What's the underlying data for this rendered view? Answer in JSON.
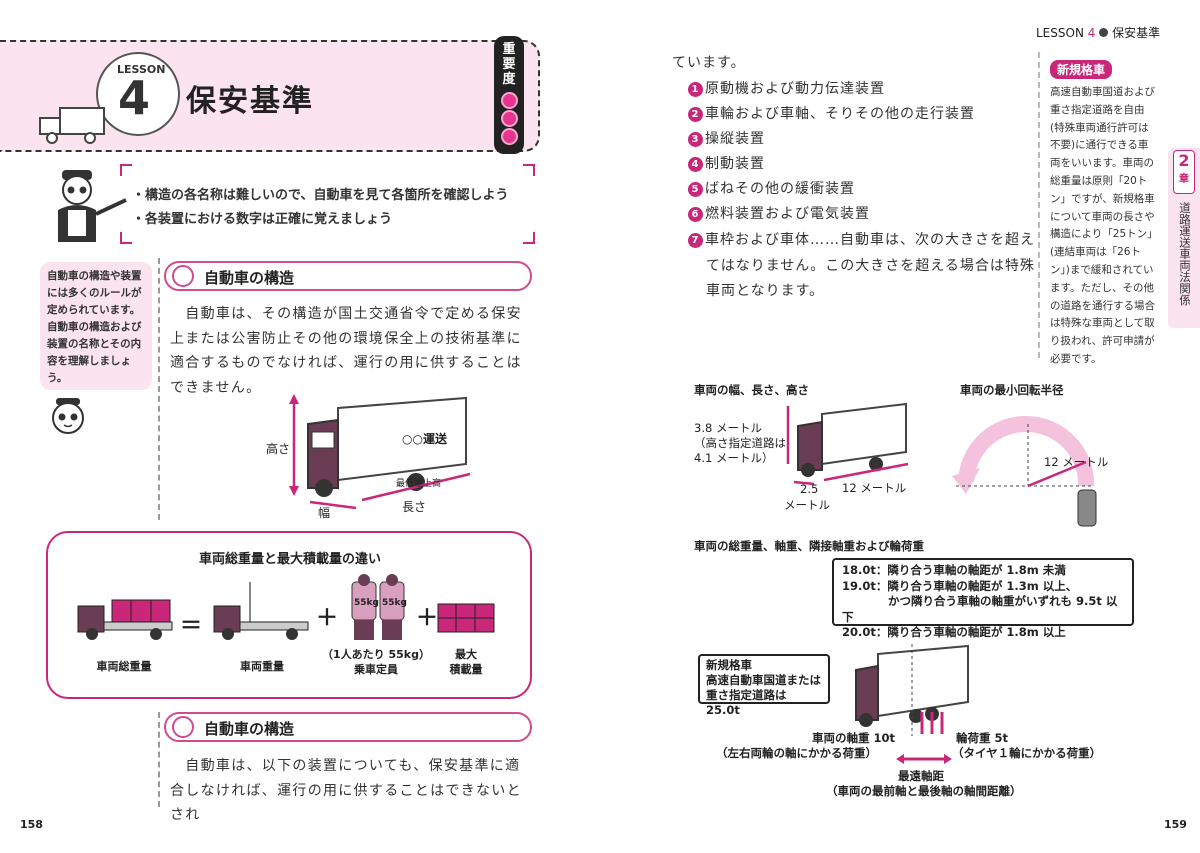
{
  "header": {
    "lesson_prefix": "LESSON",
    "lesson_number": "4",
    "section": "保安基準"
  },
  "title": {
    "lesson_label": "LESSON",
    "number": "4",
    "text": "保安基準",
    "importance_label": "重要度"
  },
  "bullets": [
    "・構造の各名称は難しいので、自動車を見て各箇所を確認しよう",
    "・各装置における数字は正確に覚えましょう"
  ],
  "side_note": "自動車の構造や装置には多くのルールが定められています。自動車の構造および装置の名称とその内容を理解しましょう。",
  "section1": {
    "heading": "自動車の構造",
    "body": "　自動車は、その構造が国土交通省令で定める保安上または公害防止その他の環境保全上の技術基準に適合するものでなければ、運行の用に供することはできません。"
  },
  "truck_labels": {
    "height": "高さ",
    "width": "幅",
    "length": "長さ",
    "clearance": "最低地上高",
    "company": "○○運送"
  },
  "weight_diff": {
    "title": "車両総重量と最大積載量の違い",
    "gross": "車両総重量",
    "vehicle": "車両重量",
    "crew_line1": "（1人あたり 55kg）",
    "crew_line2": "乗車定員",
    "max_line1": "最大",
    "max_line2": "積載量",
    "weight_tag": "55kg",
    "eq": "＝",
    "plus": "＋"
  },
  "section2": {
    "heading": "自動車の構造",
    "body": "　自動車は、以下の装置についても、保安基準に適合しなければ、運行の用に供することはできないとされ"
  },
  "right": {
    "intro": "ています。",
    "items": [
      {
        "n": "1",
        "t": "原動機および動力伝達装置"
      },
      {
        "n": "2",
        "t": "車輪および車軸、そりその他の走行装置"
      },
      {
        "n": "3",
        "t": "操縦装置"
      },
      {
        "n": "4",
        "t": "制動装置"
      },
      {
        "n": "5",
        "t": "ばねその他の緩衝装置"
      },
      {
        "n": "6",
        "t": "燃料装置および電気装置"
      },
      {
        "n": "7",
        "t": "車枠および車体……自動車は、次の大きさを超え"
      }
    ],
    "item7_cont1": "てはなりません。この大きさを超える場合は特殊",
    "item7_cont2": "車両となります。"
  },
  "new_rule": {
    "head": "新規格車",
    "body": "高速自動車国道および重さ指定道路を自由(特殊車両通行許可は不要)に通行できる車両をいいます。車両の総重量は原則「20トン」ですが、新規格車について車両の長さや構造により「25トン」(連結車両は「26トン」)まで緩和されています。ただし、その他の道路を通行する場合は特殊な車両として取り扱われ、許可申請が必要です。"
  },
  "chapter": {
    "number": "2",
    "unit": "章",
    "title": "道路運送車両法関係"
  },
  "diagram1": {
    "title": "車両の幅、長さ、高さ",
    "height1": "3.8 メートル",
    "height2": "（高さ指定道路は",
    "height3": "4.1 メートル）",
    "width": "2.5",
    "width_unit": "メートル",
    "length": "12 メートル"
  },
  "diagram2": {
    "title": "車両の最小回転半径",
    "radius": "12 メートル"
  },
  "diagram3": {
    "title": "車両の総重量、軸重、隣接軸重および輪荷重",
    "spec_lines": [
      "18.0t：隣り合う車軸の軸距が 1.8m 未満",
      "19.0t：隣り合う車軸の軸距が 1.3m 以上、",
      "　　　　かつ隣り合う車軸の軸重がいずれも 9.5t 以下",
      "20.0t：隣り合う車軸の軸距が 1.8m 以上"
    ],
    "new_lines": [
      "新規格車",
      "高速自動車国道または",
      "重さ指定道路は 25.0t"
    ],
    "axle": "車両の軸重 10t",
    "axle_note": "（左右両輪の軸にかかる荷重）",
    "wheel": "輪荷重 5t",
    "wheel_note": "（タイヤ１輪にかかる荷重）",
    "base": "最遠軸距",
    "base_note": "（車両の最前軸と最後軸の軸間距離）"
  },
  "page_numbers": {
    "left": "158",
    "right": "159"
  },
  "colors": {
    "accent": "#c8277a",
    "pink_bg": "#fbe3ef",
    "truck": "#6a3d55"
  }
}
